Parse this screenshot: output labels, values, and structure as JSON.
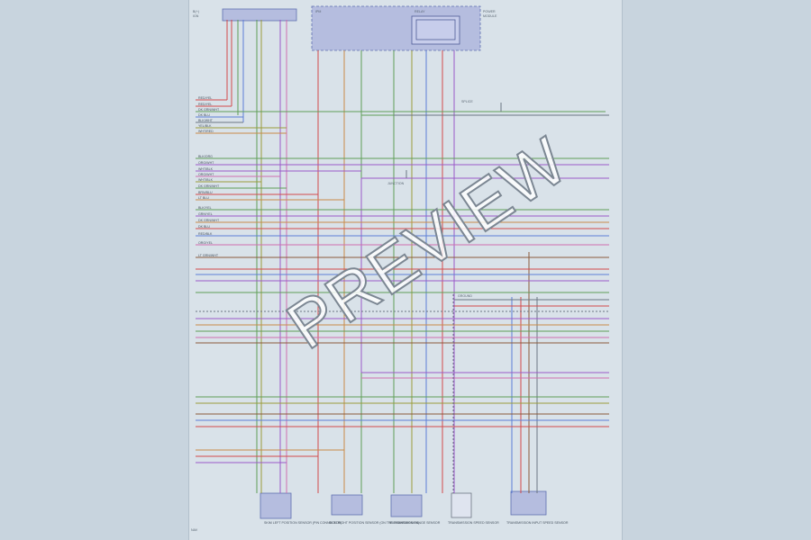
{
  "diagram": {
    "watermark": "PREVIEW",
    "colors": {
      "background": "#c8d4de",
      "sheet": "#d9e2e9",
      "module": "#b5bddf",
      "module_border": "#5f6fb0",
      "red": "#d44b4b",
      "green": "#5f9f57",
      "purple": "#9b59c9",
      "blue": "#5d7fd6",
      "orange": "#c98b49",
      "pink": "#d06fb0",
      "brown": "#8a5a3a",
      "olive": "#9a9c3a",
      "gray": "#6c7682"
    },
    "connector_labels": [
      "RED/YEL",
      "RED/YEL",
      "DK GRN/WHT",
      "DK BLU",
      "BLK/WHT",
      "YEL/BLK",
      "WHT/RED",
      "BLK/ORG",
      "ORG/WHT",
      "WHT/BLK",
      "ORG/WHT",
      "WHT/BLK",
      "DK GRN/WHT",
      "BRN/BLU",
      "LT BLU",
      "BLK/YEL",
      "GRN/YEL",
      "DK GRN/WHT",
      "DK BLU",
      "RED/BLK",
      "ORG/YEL",
      "LT GRN/WHT"
    ],
    "components": [
      "SKIM LEFT POSITION SENSOR (PIN CONNECTOR)",
      "SKIM RIGHT POSITION SENSOR (ON THE TRANSMISSION)",
      "TRANSMISSION RANGE SENSOR",
      "TRANSMISSION SPEED SENSOR",
      "TRANSMISSION INPUT SPEED SENSOR"
    ]
  }
}
